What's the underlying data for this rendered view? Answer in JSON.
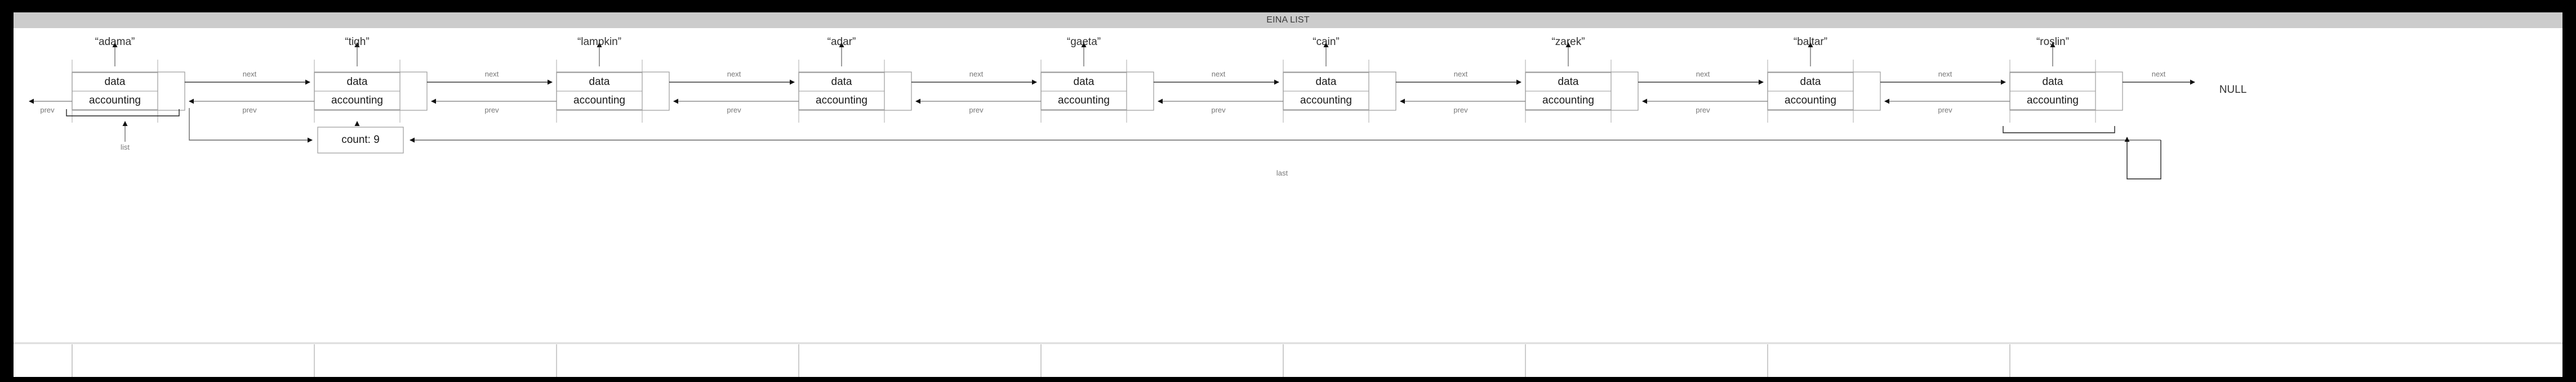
{
  "window": {
    "title": "EINA LIST",
    "titlebar_color": "#cccccc",
    "frame_color": "#000000",
    "canvas_color": "#ffffff"
  },
  "diagram": {
    "type": "doubly-linked-list",
    "node_cells": {
      "data_label": "data",
      "accounting_label": "accounting"
    },
    "edge_labels": {
      "next": "next",
      "prev": "prev"
    },
    "terminators": {
      "head_null": "NULL",
      "tail_null": "NULL"
    },
    "pointers": {
      "list_label": "list",
      "last_label": "last",
      "count_label": "count: 9",
      "count_value": 9
    },
    "nodes": [
      {
        "name": "“adama”",
        "data": "data",
        "accounting": "accounting"
      },
      {
        "name": "“tigh”",
        "data": "data",
        "accounting": "accounting"
      },
      {
        "name": "“lampkin”",
        "data": "data",
        "accounting": "accounting"
      },
      {
        "name": "“adar”",
        "data": "data",
        "accounting": "accounting"
      },
      {
        "name": "“gaeta”",
        "data": "data",
        "accounting": "accounting"
      },
      {
        "name": "“cain”",
        "data": "data",
        "accounting": "accounting"
      },
      {
        "name": "“zarek”",
        "data": "data",
        "accounting": "accounting"
      },
      {
        "name": "“baltar”",
        "data": "data",
        "accounting": "accounting"
      },
      {
        "name": "“roslin”",
        "data": "data",
        "accounting": "accounting"
      }
    ]
  }
}
